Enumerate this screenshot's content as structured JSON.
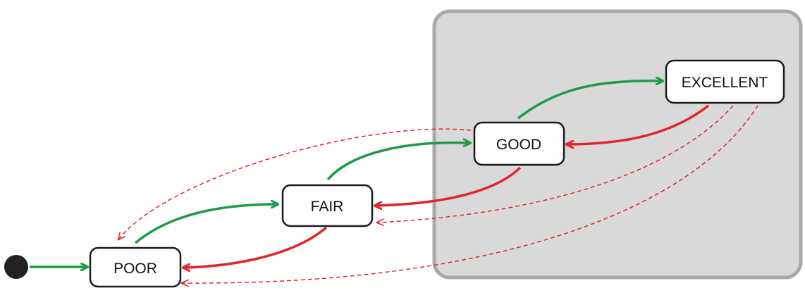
{
  "diagram": {
    "type": "state-machine",
    "initial_state": "POOR",
    "group": {
      "contains": [
        "GOOD",
        "EXCELLENT"
      ]
    },
    "states": [
      {
        "id": "poor",
        "label": "POOR"
      },
      {
        "id": "fair",
        "label": "FAIR"
      },
      {
        "id": "good",
        "label": "GOOD"
      },
      {
        "id": "excellent",
        "label": "EXCELLENT"
      }
    ],
    "transitions": [
      {
        "from": "initial",
        "to": "POOR",
        "kind": "initial",
        "style": "solid"
      },
      {
        "from": "POOR",
        "to": "FAIR",
        "kind": "upgrade",
        "style": "solid"
      },
      {
        "from": "FAIR",
        "to": "GOOD",
        "kind": "upgrade",
        "style": "solid"
      },
      {
        "from": "GOOD",
        "to": "EXCELLENT",
        "kind": "upgrade",
        "style": "solid"
      },
      {
        "from": "EXCELLENT",
        "to": "GOOD",
        "kind": "downgrade",
        "style": "solid"
      },
      {
        "from": "GOOD",
        "to": "FAIR",
        "kind": "downgrade",
        "style": "solid"
      },
      {
        "from": "FAIR",
        "to": "POOR",
        "kind": "downgrade",
        "style": "solid"
      },
      {
        "from": "GOOD",
        "to": "POOR",
        "kind": "downgrade",
        "style": "dashed"
      },
      {
        "from": "EXCELLENT",
        "to": "FAIR",
        "kind": "downgrade",
        "style": "dashed"
      },
      {
        "from": "EXCELLENT",
        "to": "POOR",
        "kind": "downgrade",
        "style": "dashed"
      }
    ],
    "colors": {
      "upgrade": "#1f9a46",
      "downgrade": "#e0262c",
      "group_fill": "#d9d9d9",
      "group_stroke": "#a8a8a8",
      "node_fill": "#ffffff",
      "node_stroke": "#1a1a1a",
      "initial_dot": "#222222"
    }
  }
}
